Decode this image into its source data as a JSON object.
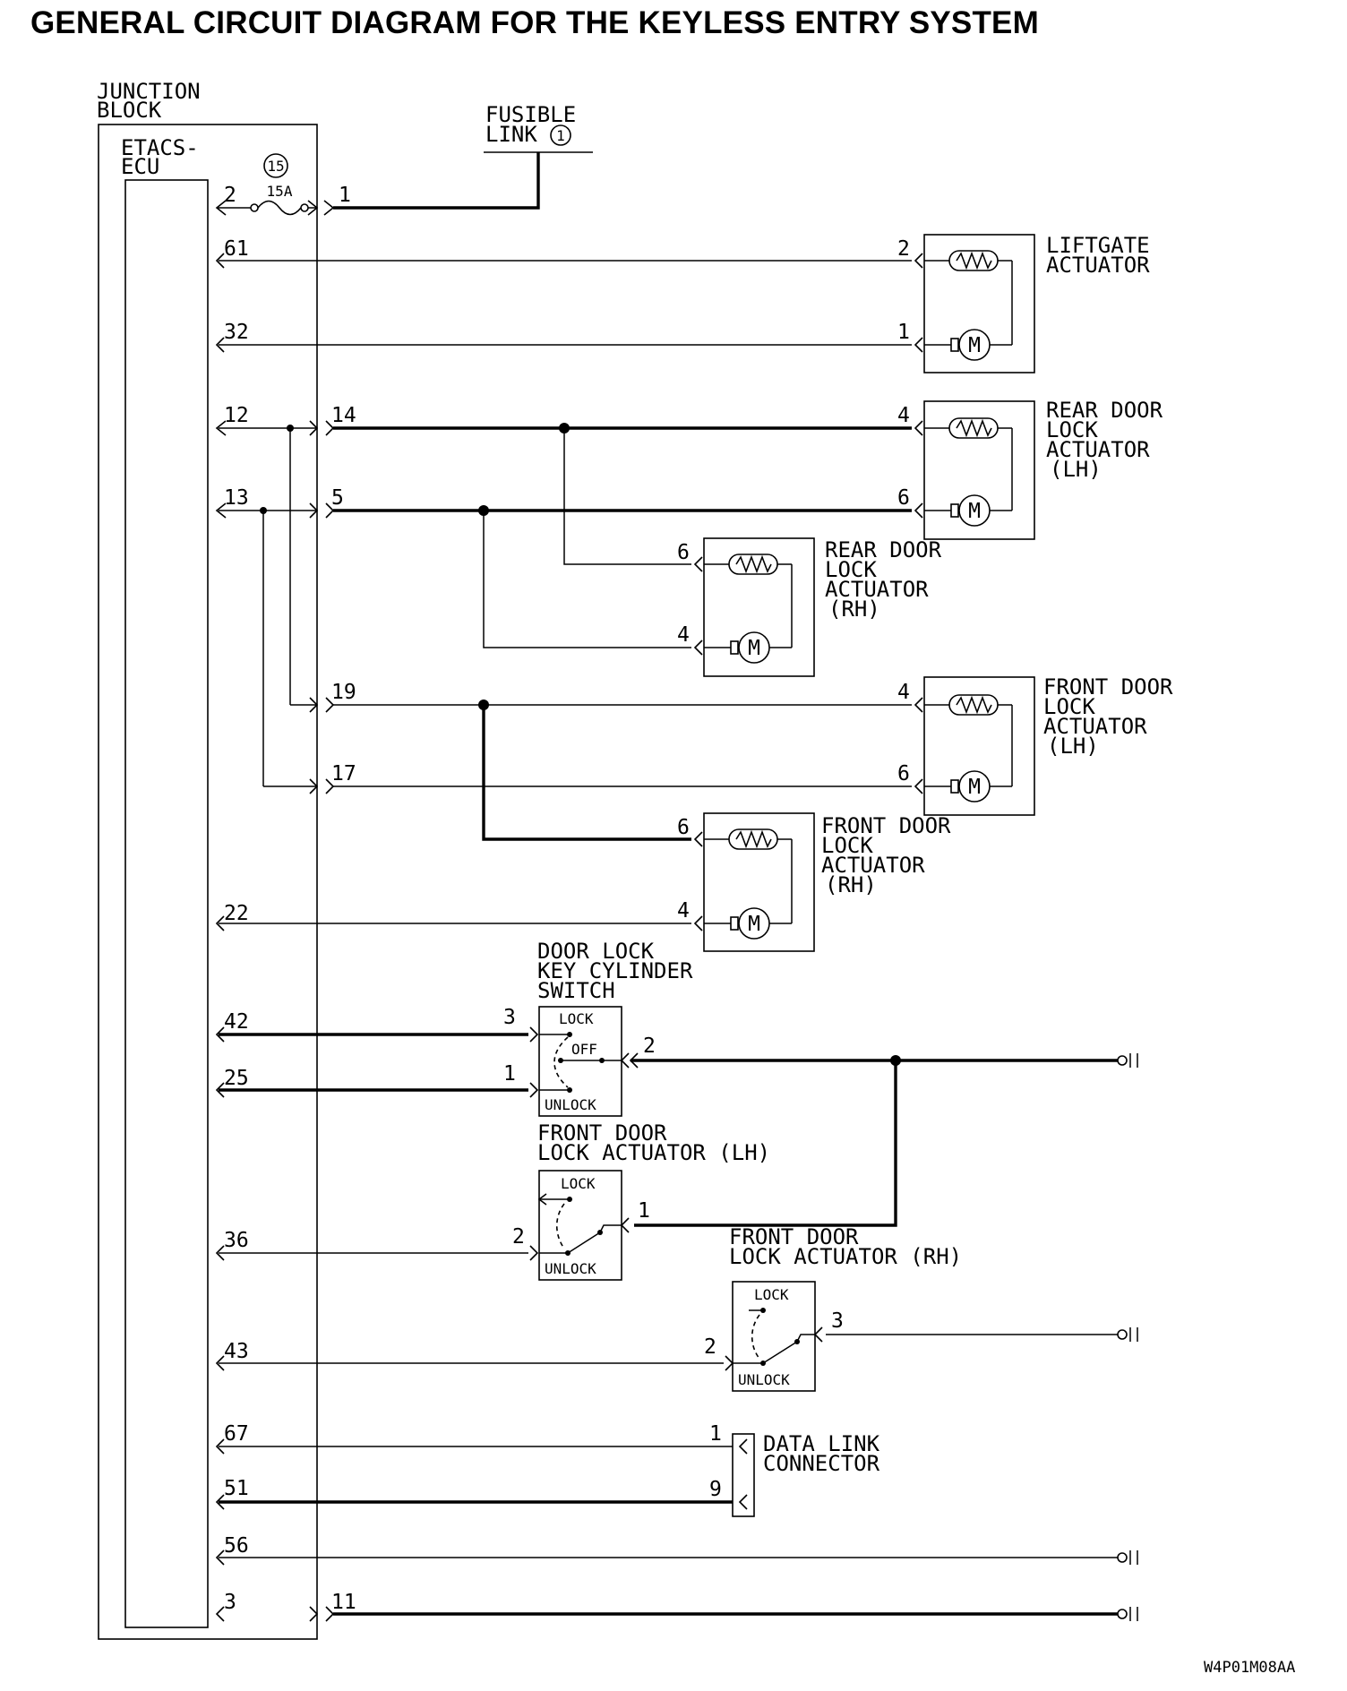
{
  "title": "GENERAL CIRCUIT DIAGRAM FOR THE KEYLESS ENTRY SYSTEM",
  "figure_code": "W4P01M08AA",
  "junction_block": {
    "line1": "JUNCTION",
    "line2": "BLOCK"
  },
  "etacs_ecu": {
    "line1": "ETACS-",
    "line2": "ECU"
  },
  "fuse": {
    "number": "15",
    "rating": "15A",
    "pin_left": "2",
    "pin_right": "1"
  },
  "fusible_link": {
    "line1": "FUSIBLE",
    "line2": "LINK",
    "number": "1"
  },
  "motor_symbol": "M",
  "liftgate_actuator": {
    "line1": "LIFTGATE",
    "line2": "ACTUATOR",
    "pin_top": "2",
    "pin_bottom": "1"
  },
  "rear_door_lh": {
    "line1": "REAR DOOR",
    "line2": "LOCK",
    "line3": "ACTUATOR",
    "line4": "(LH)",
    "pin_top": "4",
    "pin_bottom": "6"
  },
  "rear_door_rh": {
    "line1": "REAR DOOR",
    "line2": "LOCK",
    "line3": "ACTUATOR",
    "line4": "(RH)",
    "pin_top": "6",
    "pin_bottom": "4"
  },
  "front_door_lh": {
    "line1": "FRONT DOOR",
    "line2": "LOCK",
    "line3": "ACTUATOR",
    "line4": "(LH)",
    "pin_top": "4",
    "pin_bottom": "6"
  },
  "front_door_rh": {
    "line1": "FRONT DOOR",
    "line2": "LOCK",
    "line3": "ACTUATOR",
    "line4": "(RH)",
    "pin_top": "6",
    "pin_bottom": "4"
  },
  "key_cylinder_switch": {
    "line1": "DOOR LOCK",
    "line2": "KEY CYLINDER",
    "line3": "SWITCH",
    "lock": "LOCK",
    "off": "OFF",
    "unlock": "UNLOCK",
    "pin_lock": "3",
    "pin_unlock": "1",
    "pin_common": "2"
  },
  "front_lh_switch": {
    "line1": "FRONT DOOR",
    "line2": "LOCK ACTUATOR (LH)",
    "lock": "LOCK",
    "unlock": "UNLOCK",
    "pin_left": "2",
    "pin_right": "1"
  },
  "front_rh_switch": {
    "line1": "FRONT DOOR",
    "line2": "LOCK ACTUATOR (RH)",
    "lock": "LOCK",
    "unlock": "UNLOCK",
    "pin_left": "2",
    "pin_right": "3"
  },
  "data_link_connector": {
    "line1": "DATA LINK",
    "line2": "CONNECTOR",
    "pin_top": "1",
    "pin_bottom": "9"
  },
  "ecu_pins": [
    "61",
    "32",
    "12",
    "13",
    "22",
    "42",
    "25",
    "36",
    "43",
    "67",
    "51",
    "56",
    "3"
  ],
  "jb_pins": [
    "14",
    "5",
    "19",
    "17",
    "11"
  ]
}
